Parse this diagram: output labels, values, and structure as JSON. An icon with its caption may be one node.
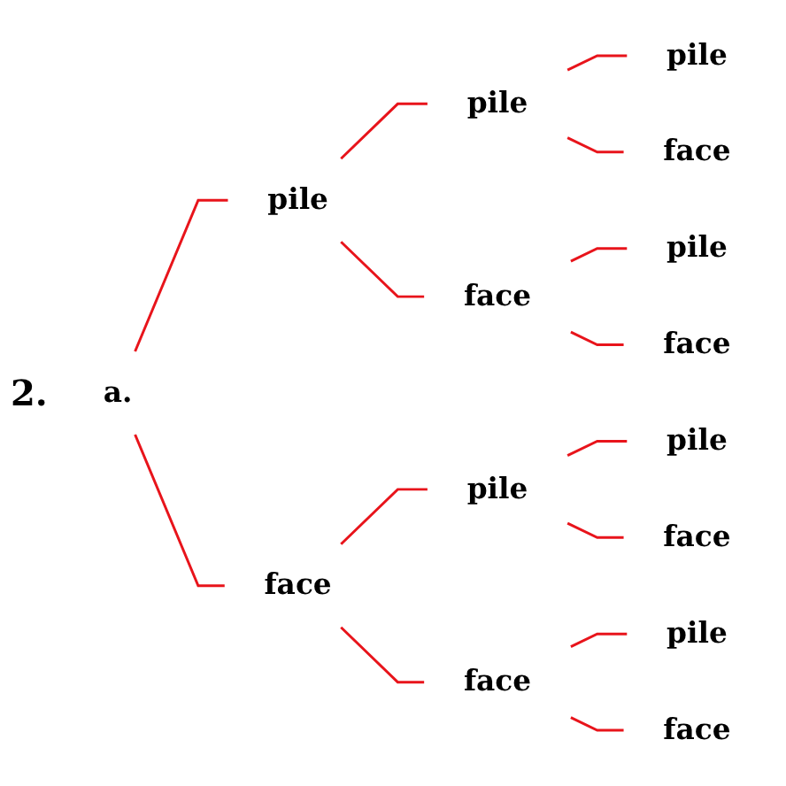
{
  "diagram": {
    "nodes": [
      {
        "text": [
          "a."
        ]
      },
      {
        "text": [
          "pile"
        ]
      },
      {
        "text": [
          "pile"
        ]
      },
      {
        "text": [
          "pile"
        ]
      },
      {
        "text": [
          "face"
        ]
      },
      {
        "text": [
          "face"
        ]
      },
      {
        "text": [
          "pile"
        ]
      },
      {
        "text": [
          "face"
        ]
      },
      {
        "text": [
          "face"
        ]
      },
      {
        "text": [
          "pile"
        ]
      },
      {
        "text": [
          "pile"
        ]
      },
      {
        "text": [
          "face"
        ]
      },
      {
        "text": [
          "face"
        ]
      },
      {
        "text": [
          "pile"
        ]
      },
      {
        "text": [
          "face"
        ]
      }
    ],
    "edges": [
      {
        "from": 0,
        "to": 1,
        "arrow": "none"
      },
      {
        "from": 1,
        "to": 2,
        "arrow": "none"
      },
      {
        "from": 2,
        "to": 3,
        "arrow": "none"
      },
      {
        "from": 2,
        "to": 4,
        "arrow": "none"
      },
      {
        "from": 1,
        "to": 5,
        "arrow": "none"
      },
      {
        "from": 5,
        "to": 6,
        "arrow": "none"
      },
      {
        "from": 5,
        "to": 7,
        "arrow": "none"
      },
      {
        "from": 0,
        "to": 8,
        "arrow": "none"
      },
      {
        "from": 8,
        "to": 9,
        "arrow": "none"
      },
      {
        "from": 9,
        "to": 10,
        "arrow": "none"
      },
      {
        "from": 9,
        "to": 11,
        "arrow": "none"
      },
      {
        "from": 8,
        "to": 12,
        "arrow": "none"
      },
      {
        "from": 12,
        "to": 13,
        "arrow": "none"
      },
      {
        "from": 12,
        "to": 14,
        "arrow": "none"
      }
    ],
    "labels": [
      "2."
    ]
  }
}
